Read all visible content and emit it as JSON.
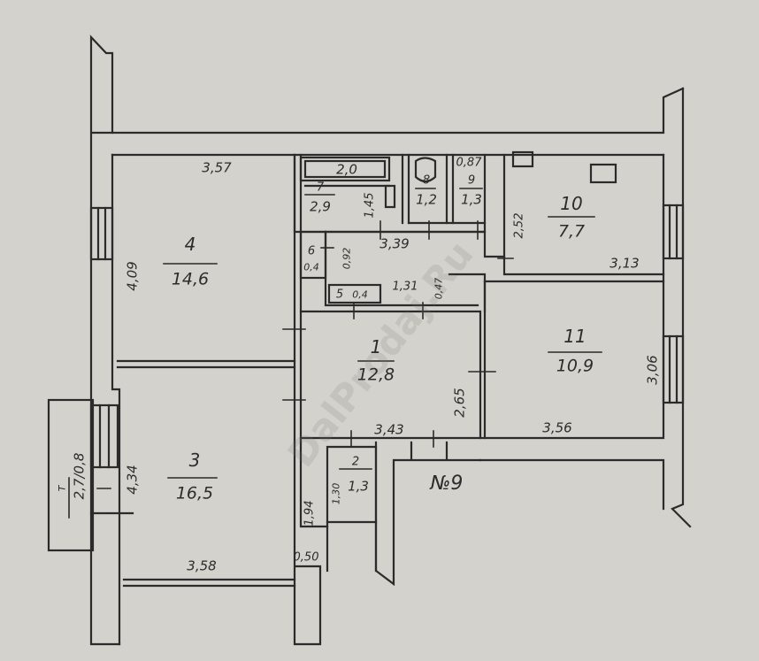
{
  "watermark": "DalProdaj.Ru",
  "rooms": [
    {
      "id": "1",
      "number": "1",
      "area": "12,8"
    },
    {
      "id": "2",
      "number": "2",
      "area": "1,3"
    },
    {
      "id": "3",
      "number": "3",
      "area": "16,5"
    },
    {
      "id": "4",
      "number": "4",
      "area": "14,6"
    },
    {
      "id": "5",
      "number": "5",
      "area": "0,4"
    },
    {
      "id": "6",
      "number": "6",
      "area": "0,4"
    },
    {
      "id": "7",
      "number": "7",
      "area": "2,9"
    },
    {
      "id": "8",
      "number": "8",
      "area": "1,2"
    },
    {
      "id": "9",
      "number": "9",
      "area": "1,3"
    },
    {
      "id": "10",
      "number": "10",
      "area": "7,7"
    },
    {
      "id": "11",
      "number": "11",
      "area": "10,9"
    }
  ],
  "dimensions": {
    "d357": "3,57",
    "d409": "4,09",
    "d20": "2,0",
    "d145": "1,45",
    "d087": "0,87",
    "d252": "2,52",
    "d339": "3,39",
    "d092": "0,92",
    "d131": "1,31",
    "d047": "0,47",
    "d313": "3,13",
    "d306": "3,06",
    "d265": "2,65",
    "d343": "3,43",
    "d356": "3,56",
    "d434": "4,34",
    "d194": "1,94",
    "d130": "1,30",
    "d050": "0,50",
    "d358": "3,58"
  },
  "balcony": {
    "label": "т",
    "area": "2,7/0,8"
  },
  "stair_label": "№9"
}
